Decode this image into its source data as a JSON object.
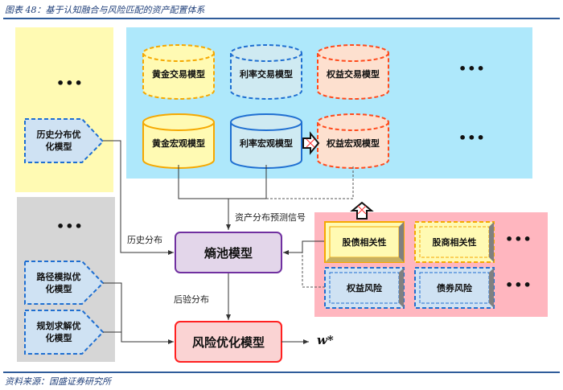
{
  "header": {
    "title": "图表 48：基于认知融合与风险匹配的资产配置体系"
  },
  "footer": {
    "source": "资料来源：国盛证券研究所"
  },
  "colors": {
    "yellow_panel": "#fffab3",
    "blue_panel": "#aee8fb",
    "gray_panel": "#d6d6d6",
    "pink_panel": "#ffb6bf",
    "gold": "#f5a800",
    "blue": "#1f6fd1",
    "orange_red": "#ff4a1c",
    "purple": "#7030a0",
    "red": "#ff2020"
  },
  "left_top_panel": {
    "ellipsis": "•••",
    "items": [
      {
        "label_line1": "历史分布优",
        "label_line2": "化模型"
      }
    ]
  },
  "left_bottom_panel": {
    "ellipsis": "•••",
    "items": [
      {
        "label_line1": "路径模拟优",
        "label_line2": "化模型"
      },
      {
        "label_line1": "规划求解优",
        "label_line2": "化模型"
      }
    ]
  },
  "model_panel": {
    "row1": [
      "黄金交易模型",
      "利率交易模型",
      "权益交易模型"
    ],
    "row2": [
      "黄金宏观模型",
      "利率宏观模型",
      "权益宏观模型"
    ],
    "ellipsis": "•••"
  },
  "risk_panel": {
    "row1": [
      "股债相关性",
      "股商相关性"
    ],
    "row2": [
      "权益风险",
      "债券风险"
    ],
    "ellipsis": "•••"
  },
  "core": {
    "entropy_pool": "熵池模型",
    "risk_optimization": "风险优化模型",
    "output": "w*"
  },
  "edge_labels": {
    "signal": "资产分布预测信号",
    "history": "历史分布",
    "posterior": "后验分布"
  }
}
